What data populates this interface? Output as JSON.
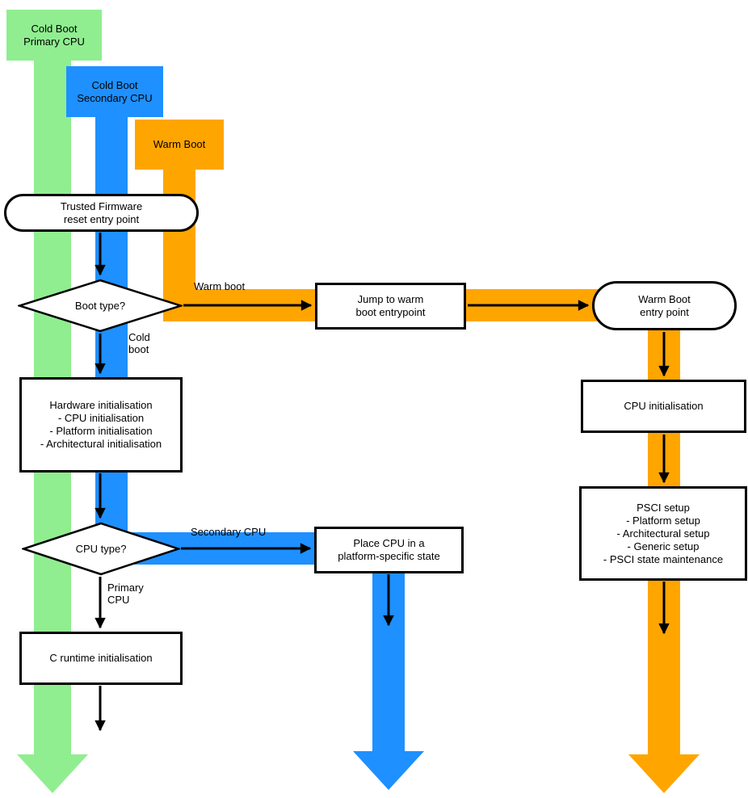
{
  "colors": {
    "primary_flow": "#90EE90",
    "secondary_flow": "#1E90FF",
    "warm_flow": "#FFA500"
  },
  "flow_sources": {
    "cold_boot_primary": "Cold Boot\nPrimary CPU",
    "cold_boot_secondary": "Cold Boot\nSecondary CPU",
    "warm_boot": "Warm Boot"
  },
  "nodes": {
    "reset_entry": "Trusted Firmware\nreset entry point",
    "boot_type": "Boot type?",
    "jump_warm": "Jump to warm\nboot entrypoint",
    "warm_entry": "Warm Boot\nentry point",
    "hardware_init": "Hardware initialisation\n- CPU initialisation\n- Platform initialisation\n- Architectural initialisation",
    "cpu_init": "CPU initialisation",
    "psci_setup": "PSCI setup\n- Platform setup\n- Architectural setup\n- Generic setup\n- PSCI state maintenance",
    "cpu_type": "CPU type?",
    "place_cpu": "Place CPU in a\nplatform-specific state",
    "c_runtime": "C runtime initialisation"
  },
  "edge_labels": {
    "warm_boot": "Warm boot",
    "cold_boot": "Cold\nboot",
    "secondary_cpu": "Secondary CPU",
    "primary_cpu": "Primary\nCPU"
  }
}
